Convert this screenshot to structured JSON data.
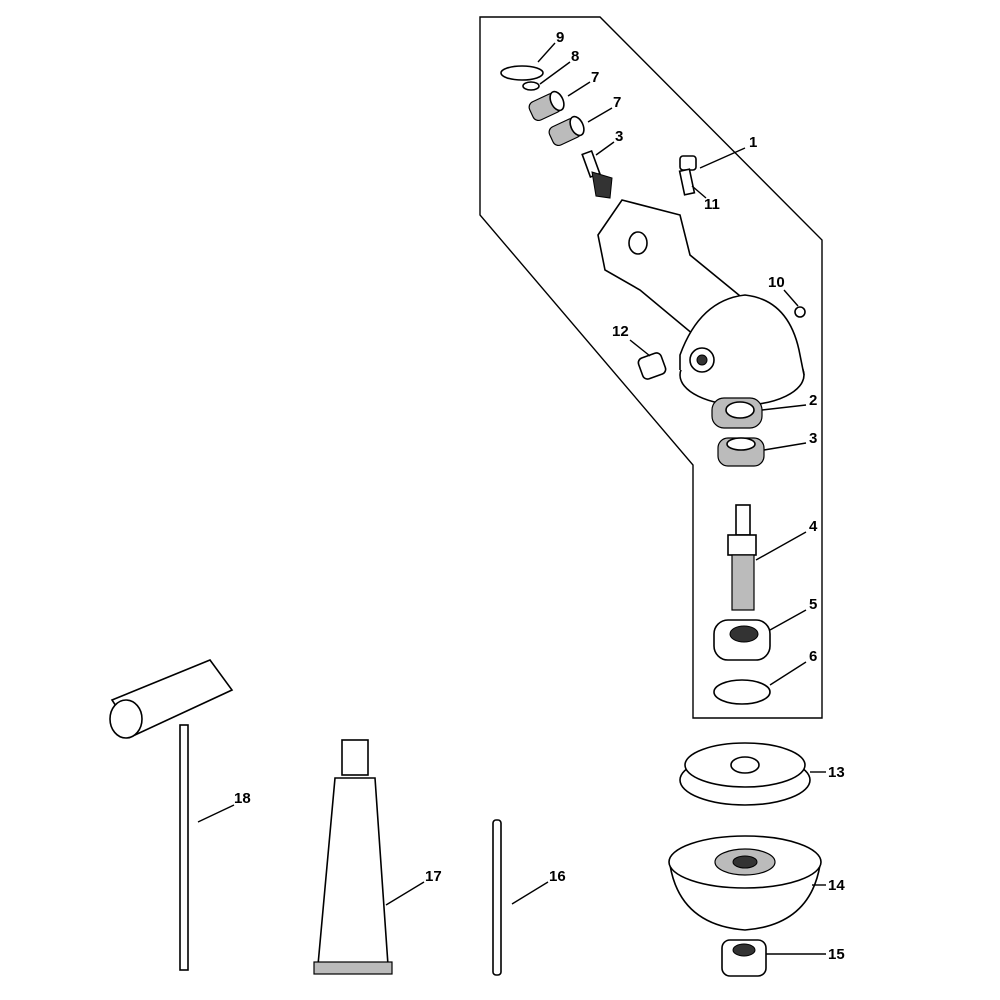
{
  "diagram": {
    "type": "exploded parts diagram",
    "callouts": {
      "c9": "9",
      "c8": "8",
      "c7a": "7",
      "c7b": "7",
      "c3a": "3",
      "c1": "1",
      "c11": "11",
      "c10": "10",
      "c12": "12",
      "c2": "2",
      "c3b": "3",
      "c4": "4",
      "c5": "5",
      "c6": "6",
      "c13": "13",
      "c14": "14",
      "c15": "15",
      "c18": "18",
      "c17": "17",
      "c16": "16"
    }
  }
}
